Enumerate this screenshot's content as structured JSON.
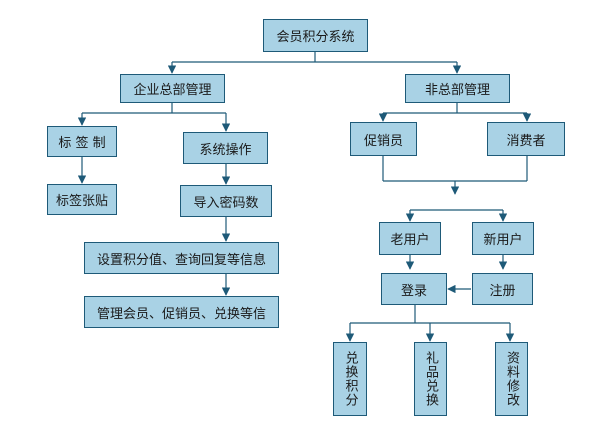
{
  "colors": {
    "box_fill": "#a9d2e5",
    "box_border": "#1e5a78",
    "line": "#1e5a78"
  },
  "nodes": {
    "root": "会员积分系统",
    "enterprise": "企业总部管理",
    "non_hq": "非总部管理",
    "tag_system": "标 签 制",
    "system_ops": "系统操作",
    "promoter": "促销员",
    "consumer": "消费者",
    "tag_paste": "标签张贴",
    "import_code": "导入密码数",
    "set_points": "设置积分值、查询回复等信息",
    "manage_members": "管理会员、促销员、兑换等信",
    "old_user": "老用户",
    "new_user": "新用户",
    "login": "登录",
    "register": "注册",
    "redeem_points": "兑换积分",
    "gift_exchange": "礼品兑换",
    "profile_edit": "资料修改"
  }
}
